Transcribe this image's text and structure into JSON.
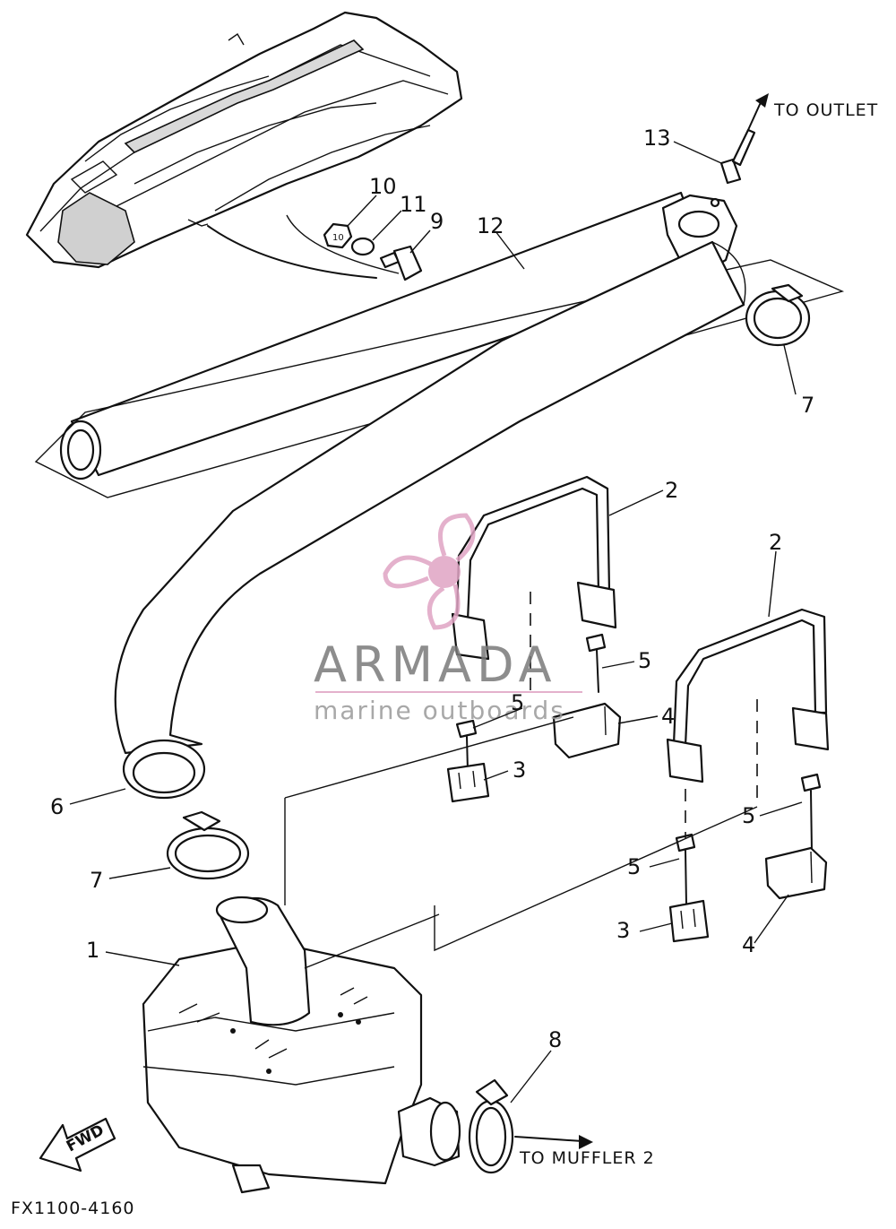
{
  "diagram": {
    "callouts": [
      {
        "id": "c1",
        "label": "1"
      },
      {
        "id": "c2a",
        "label": "2"
      },
      {
        "id": "c2b",
        "label": "2"
      },
      {
        "id": "c3a",
        "label": "3"
      },
      {
        "id": "c3b",
        "label": "3"
      },
      {
        "id": "c4a",
        "label": "4"
      },
      {
        "id": "c4b",
        "label": "4"
      },
      {
        "id": "c5a",
        "label": "5"
      },
      {
        "id": "c5b",
        "label": "5"
      },
      {
        "id": "c5c",
        "label": "5"
      },
      {
        "id": "c5d",
        "label": "5"
      },
      {
        "id": "c6",
        "label": "6"
      },
      {
        "id": "c7a",
        "label": "7"
      },
      {
        "id": "c7b",
        "label": "7"
      },
      {
        "id": "c8",
        "label": "8"
      },
      {
        "id": "c9",
        "label": "9"
      },
      {
        "id": "c10",
        "label": "10"
      },
      {
        "id": "c11",
        "label": "11"
      },
      {
        "id": "c12",
        "label": "12"
      },
      {
        "id": "c13",
        "label": "13"
      }
    ],
    "to_outlet": "TO OUTLET",
    "to_muffler": "TO MUFFLER 2",
    "fwd_marker": "FWD",
    "diagram_code": "FX1100-4160"
  },
  "watermark": {
    "brand": "ARMADA",
    "tagline": "marine outboards",
    "accent_color": "#e0a4c4",
    "text_color": "#7a7a7a"
  }
}
